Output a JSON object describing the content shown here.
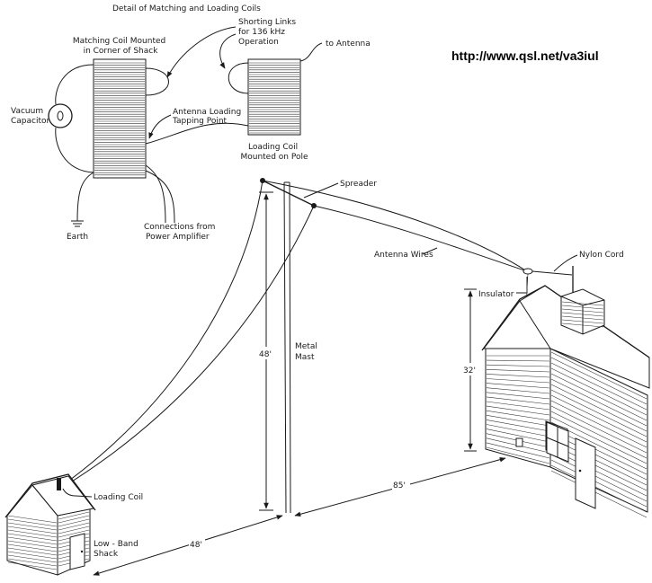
{
  "detail": {
    "title": "Detail of Matching and Loading Coils",
    "matching_coil_label": [
      "Matching Coil Mounted",
      "in Corner of Shack"
    ],
    "vacuum_capacitor_label": [
      "Vacuum",
      "Capacitor"
    ],
    "shorting_links_label": [
      "Shorting Links",
      "for 136 kHz",
      "Operation"
    ],
    "to_antenna_label": "to Antenna",
    "tapping_point_label": [
      "Antenna Loading",
      "Tapping Point"
    ],
    "loading_coil_pole_label": [
      "Loading Coil",
      "Mounted on Pole"
    ],
    "earth_label": "Earth",
    "connections_label": [
      "Connections from",
      "Power Amplifier"
    ]
  },
  "url": "http://www.qsl.net/va3iul",
  "scene": {
    "spreader_label": "Spreader",
    "antenna_wires_label": "Antenna Wires",
    "nylon_cord_label": "Nylon Cord",
    "insulator_label": "Insulator",
    "metal_mast_label": [
      "Metal",
      "Mast"
    ],
    "mast_height_label": "48'",
    "house_height_label": "32'",
    "mast_to_house_label": "85'",
    "shack_to_mast_label": "48'",
    "loading_coil_label": "Loading Coil",
    "shack_label": [
      "Low - Band",
      "Shack"
    ]
  }
}
